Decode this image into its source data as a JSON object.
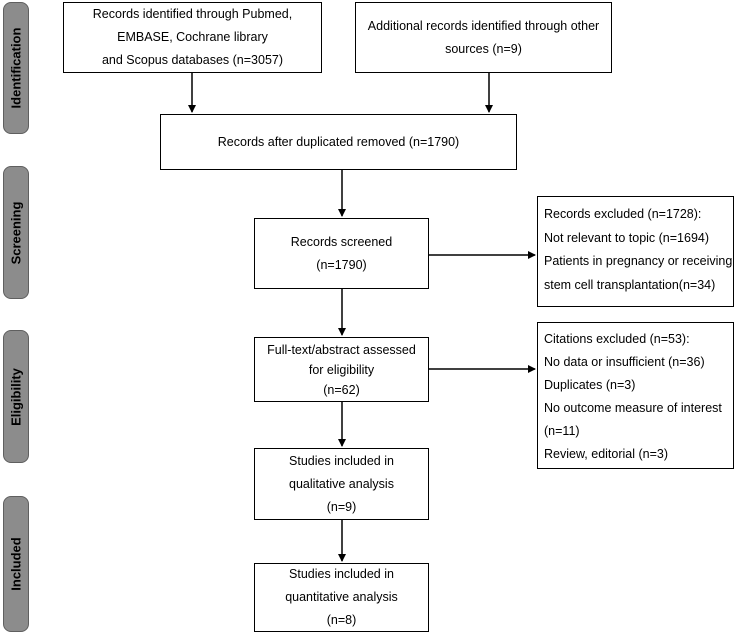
{
  "stages": {
    "identification": "Identification",
    "screening": "Screening",
    "eligibility": "Eligibility",
    "included": "Included"
  },
  "boxes": {
    "db_records": [
      "Records identified through Pubmed,",
      "EMBASE, Cochrane library",
      "and Scopus databases (n=3057)"
    ],
    "other_records": [
      "Additional records identified through other",
      "sources (n=9)"
    ],
    "after_duplicates": [
      "Records after duplicated removed (n=1790)"
    ],
    "screened": [
      "Records screened",
      "(n=1790)"
    ],
    "excluded_screening": [
      "Records excluded (n=1728):",
      "Not relevant to topic (n=1694)",
      "Patients in pregnancy or receiving",
      "stem cell transplantation(n=34)"
    ],
    "fulltext": [
      "Full-text/abstract assessed",
      "for eligibility",
      "(n=62)"
    ],
    "excluded_eligibility": [
      "Citations excluded (n=53):",
      "No data or insufficient (n=36)",
      "Duplicates (n=3)",
      "No outcome measure of interest",
      "(n=11)",
      "Review, editorial (n=3)"
    ],
    "qualitative": [
      "Studies included in",
      "qualitative analysis",
      "(n=9)"
    ],
    "quantitative": [
      "Studies included in",
      "quantitative analysis",
      "(n=8)"
    ]
  }
}
